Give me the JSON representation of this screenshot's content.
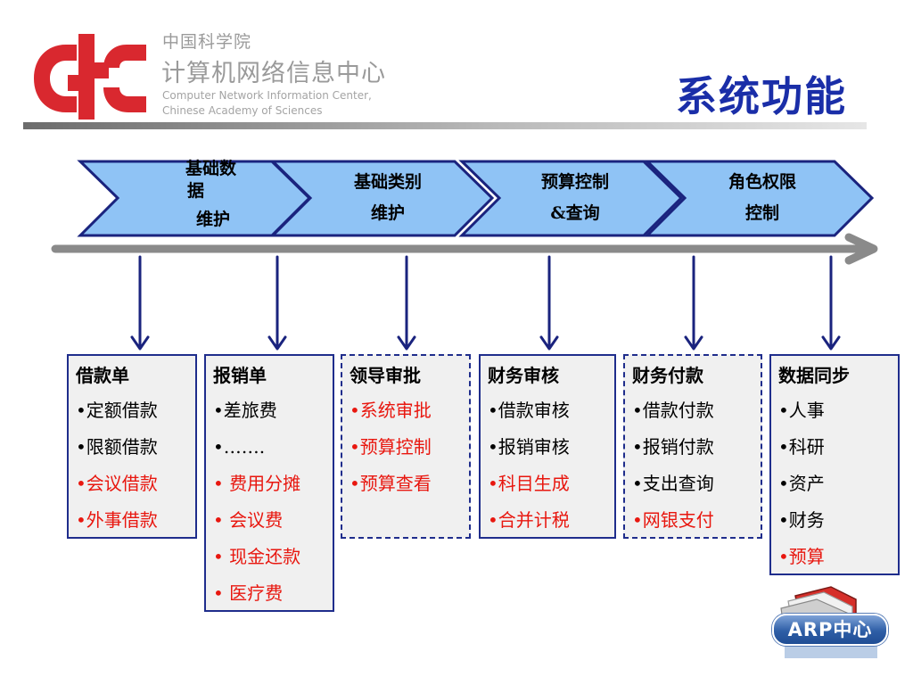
{
  "header": {
    "org_cn_small": "中国科学院",
    "org_cn_large": "计算机网络信息中心",
    "org_en_line1": "Computer Network Information Center,",
    "org_en_line2": "Chinese Academy of Sciences",
    "page_title": "系统功能",
    "logo_color": "#d9282f"
  },
  "pipeline": {
    "stages": [
      {
        "lines": [
          "基础数",
          "据",
          "维护"
        ]
      },
      {
        "lines": [
          "基础类别",
          "维护"
        ]
      },
      {
        "lines": [
          "预算控制",
          "&查询"
        ]
      },
      {
        "lines": [
          "角色权限",
          "控制"
        ]
      }
    ]
  },
  "modules": [
    {
      "title": "借款单",
      "dashed": false,
      "items": [
        {
          "text": "•定额借款",
          "highlight": false
        },
        {
          "text": "•限额借款",
          "highlight": false
        },
        {
          "text": "•会议借款",
          "highlight": true
        },
        {
          "text": "•外事借款",
          "highlight": true
        }
      ]
    },
    {
      "title": "报销单",
      "dashed": false,
      "items": [
        {
          "text": "•差旅费",
          "highlight": false
        },
        {
          "text": "•…….",
          "highlight": false
        },
        {
          "text": "• 费用分摊",
          "highlight": true
        },
        {
          "text": "• 会议费",
          "highlight": true
        },
        {
          "text": "• 现金还款",
          "highlight": true
        },
        {
          "text": "• 医疗费",
          "highlight": true
        }
      ]
    },
    {
      "title": "领导审批",
      "dashed": true,
      "items": [
        {
          "text": "•系统审批",
          "highlight": true
        },
        {
          "text": "•预算控制",
          "highlight": true
        },
        {
          "text": "•预算查看",
          "highlight": true
        }
      ]
    },
    {
      "title": "财务审核",
      "dashed": false,
      "items": [
        {
          "text": "•借款审核",
          "highlight": false
        },
        {
          "text": "•报销审核",
          "highlight": false
        },
        {
          "text": "•科目生成",
          "highlight": true
        },
        {
          "text": "•合并计税",
          "highlight": true
        }
      ]
    },
    {
      "title": "财务付款",
      "dashed": true,
      "items": [
        {
          "text": "•借款付款",
          "highlight": false
        },
        {
          "text": "•报销付款",
          "highlight": false
        },
        {
          "text": "•支出查询",
          "highlight": false
        },
        {
          "text": "•网银支付",
          "highlight": true
        }
      ]
    },
    {
      "title": "数据同步",
      "dashed": false,
      "items": [
        {
          "text": "•人事",
          "highlight": false
        },
        {
          "text": "•科研",
          "highlight": false
        },
        {
          "text": "•资产",
          "highlight": false
        },
        {
          "text": "•财务",
          "highlight": false
        },
        {
          "text": "•预算",
          "highlight": true
        }
      ]
    }
  ],
  "badge": {
    "label": "ARP中心"
  },
  "colors": {
    "chevron_fill": "#8fc3f5",
    "chevron_stroke": "#1a237e",
    "arrow_navy": "#1a237e",
    "highlight_red": "#e8170f",
    "timeline_gray": "#8a8a8a"
  }
}
